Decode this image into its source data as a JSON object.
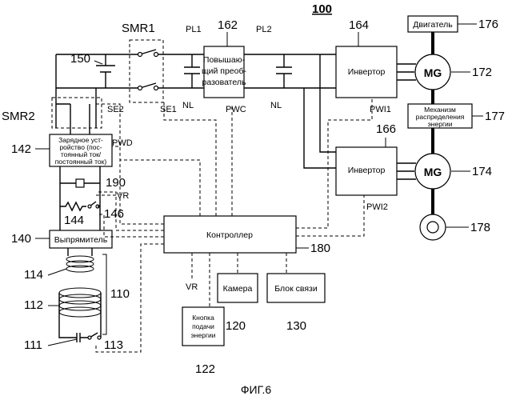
{
  "figure": {
    "system_ref": "100",
    "caption": "ФИГ.6"
  },
  "blocks": {
    "engine": "Двигатель",
    "converter": [
      "Повышаю-",
      "щий преоб-",
      "разователь"
    ],
    "inverter_top": "Инвертор",
    "inverter_bottom": "Инвертор",
    "power_split": [
      "Механизм",
      "распределения",
      "энергии"
    ],
    "mg1": "MG",
    "mg2": "MG",
    "charger": [
      "Зарядное уст-",
      "ройство (пос-",
      "тоянный ток/",
      "постоянный ток)"
    ],
    "rectifier": "Выпрямитель",
    "controller": "Контроллер",
    "camera": "Камера",
    "comm": "Блок связи",
    "button": [
      "Кнопка",
      "подачи",
      "энергии"
    ]
  },
  "refs": {
    "r150": "150",
    "r162": "162",
    "r164": "164",
    "r166": "166",
    "r172": "172",
    "r174": "174",
    "r176": "176",
    "r177": "177",
    "r178": "178",
    "r180": "180",
    "r142": "142",
    "r140": "140",
    "r190": "190",
    "r144": "144",
    "r146": "146",
    "r114": "114",
    "r112": "112",
    "r110": "110",
    "r111": "111",
    "r113": "113",
    "r120": "120",
    "r130": "130",
    "r122": "122"
  },
  "signals": {
    "smr1": "SMR1",
    "smr2": "SMR2",
    "pl1": "PL1",
    "pl2": "PL2",
    "nl1": "NL",
    "nl2": "NL",
    "pwc": "PWC",
    "pwi1": "PWI1",
    "pwi2": "PWI2",
    "se1": "SE1",
    "se2": "SE2",
    "pwd": "PWD",
    "vr1": "VR",
    "vr2": "VR"
  }
}
